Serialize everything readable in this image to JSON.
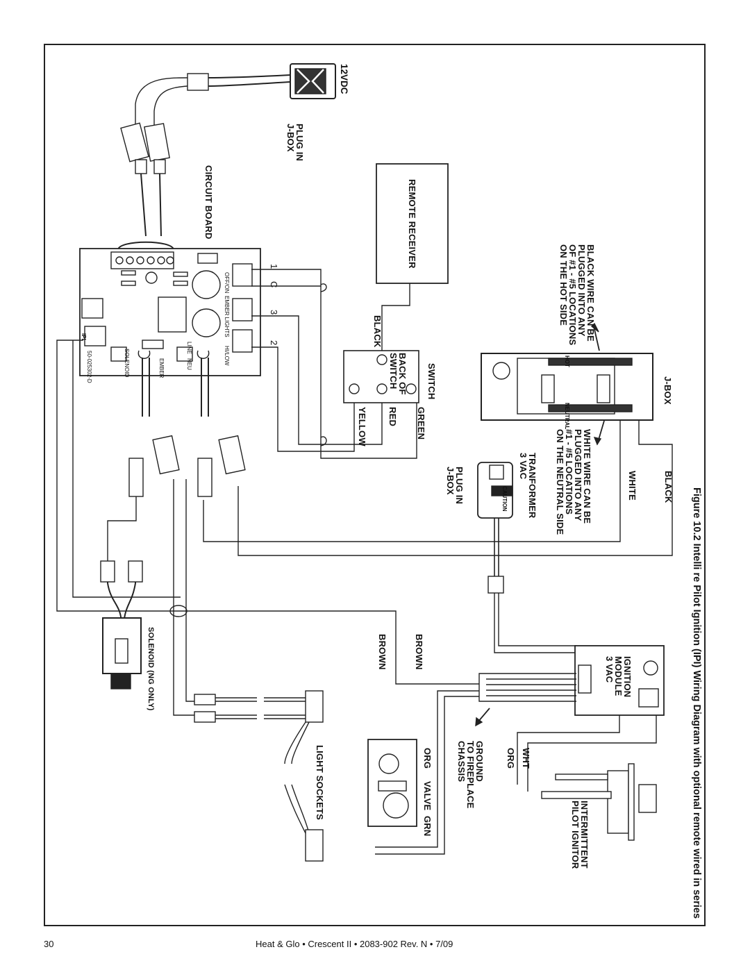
{
  "figure_caption": "Figure 10.2  Intelli  re Pilot Ignition (IPI) Wiring Diagram with optional remote wired in series",
  "labels": {
    "supply": "12VDC",
    "plug_in_jbox_top": [
      "PLUG IN",
      "J-BOX"
    ],
    "circuit_board": "CIRCUIT BOARD",
    "remote_receiver": "REMOTE RECEIVER",
    "black_wire_note": [
      "BLACK WIRE CAN BE",
      "PLUGGED INTO ANY",
      "OF #1 - #5 LOCATIONS",
      "ON THE HOT SIDE"
    ],
    "jbox": "J-BOX",
    "switch": "SWITCH",
    "back_of_switch": [
      "BACK OF",
      "SWITCH"
    ],
    "black": "BLACK",
    "green": "GREEN",
    "red": "RED",
    "yellow": "YELLOW",
    "white_wire_note": [
      "WHITE WIRE CAN BE",
      "PLUGGED INTO ANY",
      "#1 - #5 LOCATIONS",
      "ON THE NEUTRAL SIDE"
    ],
    "black_right": "BLACK",
    "white_right": "WHITE",
    "transformer": [
      "TRANFORMER",
      "3 VAC"
    ],
    "plug_in_jbox_mid": [
      "PLUG IN",
      "J-BOX"
    ],
    "caution": "CAUTION",
    "ignition_module": [
      "IGNITION",
      "MODULE",
      "3 VAC"
    ],
    "brown_1": "BROWN",
    "brown_2": "BROWN",
    "solenoid": "SOLENOID (NG ONLY)",
    "light_sockets": "LIGHT SOCKETS",
    "ground": [
      "GROUND",
      "TO FIREPLACE",
      "CHASSIS"
    ],
    "org_1": "ORG",
    "valve": "VALVE",
    "grn": "GRN",
    "wht": "WHT",
    "org_2": "ORG",
    "pilot_ignitor": [
      "INTERMITTENT",
      "PILOT IGNITOR"
    ],
    "terminal_1": "1",
    "terminal_c": "C",
    "terminal_3": "3",
    "terminal_2": "2",
    "hot": "HOT",
    "neutral": "NEUTRAL",
    "board_part": "50-025302-D",
    "board_labels": [
      "OFF/ON",
      "EMBER LIGHTS",
      "HI/LOW",
      "LINE",
      "NEU",
      "EMBER",
      "SOLENOID",
      "IPI"
    ]
  },
  "footer": {
    "page_number": "30",
    "doc_info": "Heat & Glo  •  Crescent II  •  2083-902  Rev. N  •  7/09"
  }
}
